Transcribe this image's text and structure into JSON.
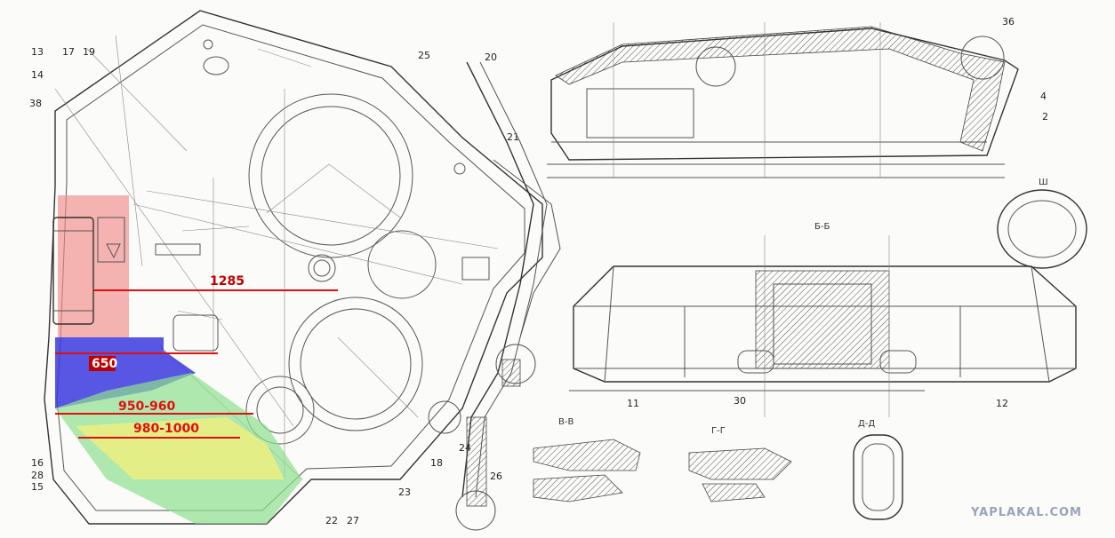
{
  "colors": {
    "zone_red": "#f08a8a",
    "zone_blue": "#3a3ae0",
    "zone_green": "#8fe08f",
    "zone_yellow": "#f5f07a",
    "dimension_line": "#e01010",
    "watermark": "#9aa4b8"
  },
  "annotations": {
    "dim_1285": "1285",
    "dim_650": "650",
    "dim_950_960": "950-960",
    "dim_980_1000": "980-1000"
  },
  "callouts": {
    "n13": "13",
    "n17": "17",
    "n19": "19",
    "n14": "14",
    "n38": "38",
    "n25": "25",
    "n20": "20",
    "n21": "21",
    "n16": "16",
    "n28": "28",
    "n15": "15",
    "n22": "22",
    "n27": "27",
    "n23": "23",
    "n18": "18",
    "n24": "24",
    "n26": "26",
    "n36": "36",
    "n4": "4",
    "n2": "2",
    "n12": "12",
    "n11": "11",
    "n30": "30"
  },
  "section_labels": {
    "b_b": "Б-Б",
    "v_v": "В-В",
    "g_g": "Г-Г",
    "d_d": "Д-Д",
    "sh_sh": "Ш"
  },
  "watermark": "YAPLAKAL.COM"
}
